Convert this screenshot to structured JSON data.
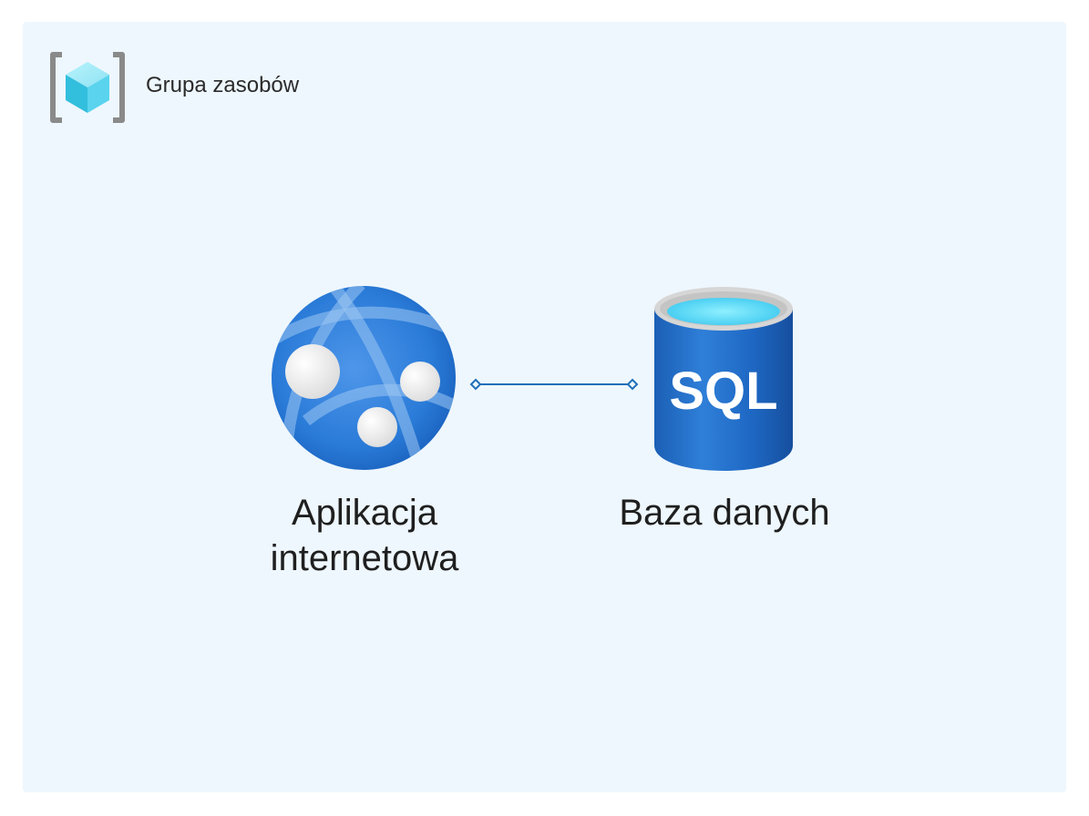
{
  "resource_group": {
    "icon": "resource-group-icon",
    "label": "Grupa zasobów"
  },
  "nodes": {
    "web_app": {
      "icon": "web-app-globe-icon",
      "label_line1": "Aplikacja",
      "label_line2": "internetowa"
    },
    "database": {
      "icon": "sql-database-icon",
      "icon_text": "SQL",
      "label": "Baza danych"
    }
  },
  "connector": {
    "from": "web_app",
    "to": "database"
  },
  "colors": {
    "background": "#eef7fd",
    "accent_blue": "#1e6fcf",
    "light_blue": "#50e6ff",
    "connector": "#1f6fb8"
  }
}
